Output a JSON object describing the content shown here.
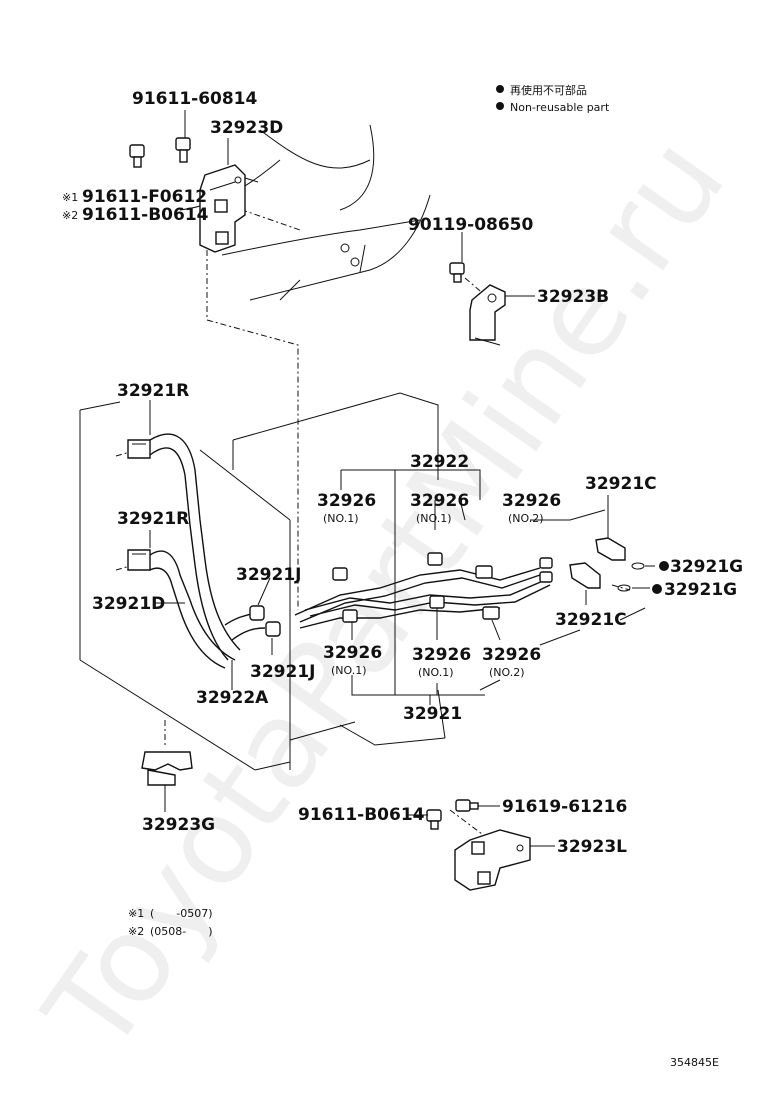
{
  "legend": {
    "line1": "再使用不可部品",
    "line2": "Non-reusable part"
  },
  "labels": {
    "p91611_60814": "91611-60814",
    "p32923D": "32923D",
    "note1_mark": "※1",
    "p91611_F0612": "91611-F0612",
    "note2_mark": "※2",
    "p91611_B0614_top": "91611-B0614",
    "p90119_08650": "90119-08650",
    "p32923B": "32923B",
    "p32921R_a": "32921R",
    "p32921R_b": "32921R",
    "p32922": "32922",
    "p32926_t1": "32926",
    "p32926_t1_sub": "(NO.1)",
    "p32926_t2": "32926",
    "p32926_t2_sub": "(NO.1)",
    "p32926_t3": "32926",
    "p32926_t3_sub": "(NO.2)",
    "p32921C_top": "32921C",
    "p32921G_a": "32921G",
    "p32921G_b": "32921G",
    "p32921C_bot": "32921C",
    "p32921J_top": "32921J",
    "p32921D": "32921D",
    "p32921J_bot": "32921J",
    "p32922A": "32922A",
    "p32926_b1": "32926",
    "p32926_b1_sub": "(NO.1)",
    "p32926_b2": "32926",
    "p32926_b2_sub": "(NO.1)",
    "p32926_b3": "32926",
    "p32926_b3_sub": "(NO.2)",
    "p32921": "32921",
    "p32923G": "32923G",
    "p91611_B0614_bot": "91611-B0614",
    "p91619_61216": "91619-61216",
    "p32923L": "32923L"
  },
  "footnotes": {
    "n1_mark": "※1",
    "n1_text": "(　　-0507)",
    "n2_mark": "※2",
    "n2_text": "(0508-　　)"
  },
  "diagram_code": "354845E",
  "watermark": "ToyotaPartMine.ru"
}
